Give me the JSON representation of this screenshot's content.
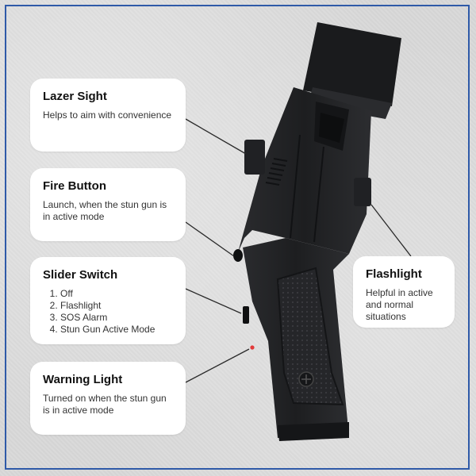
{
  "callouts": {
    "lazer_sight": {
      "title": "Lazer Sight",
      "desc": "Helps to aim with convenience"
    },
    "fire_button": {
      "title": "Fire Button",
      "desc": "Launch, when the stun gun is in active mode"
    },
    "slider_switch": {
      "title": "Slider Switch",
      "items": [
        "Off",
        "Flashlight",
        "SOS Alarm",
        "Stun Gun Active Mode"
      ]
    },
    "warning_light": {
      "title": "Warning Light",
      "desc": "Turned on when the stun gun is in active mode"
    },
    "flashlight": {
      "title": "Flashlight",
      "desc": "Helpful in active and normal situations"
    }
  },
  "colors": {
    "frame": "#2f5aa8",
    "device_body": "#1e1f21",
    "background": "#d9d9d9",
    "card": "#ffffff"
  },
  "icons": {
    "warning_led": "red-led-dot"
  }
}
